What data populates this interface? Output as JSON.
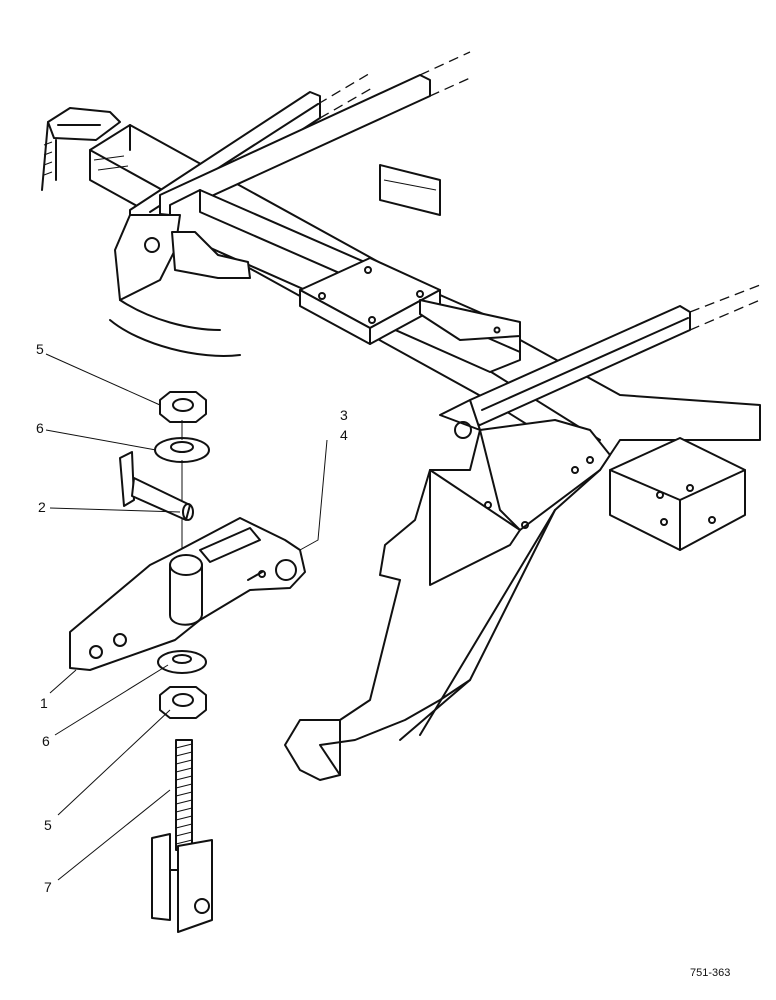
{
  "callouts": {
    "c1": "1",
    "c2": "2",
    "c3": "3",
    "c4": "4",
    "c5_top": "5",
    "c6_top": "6",
    "c6_bottom": "6",
    "c5_bottom": "5",
    "c7": "7"
  },
  "figure_ref": "751-363"
}
